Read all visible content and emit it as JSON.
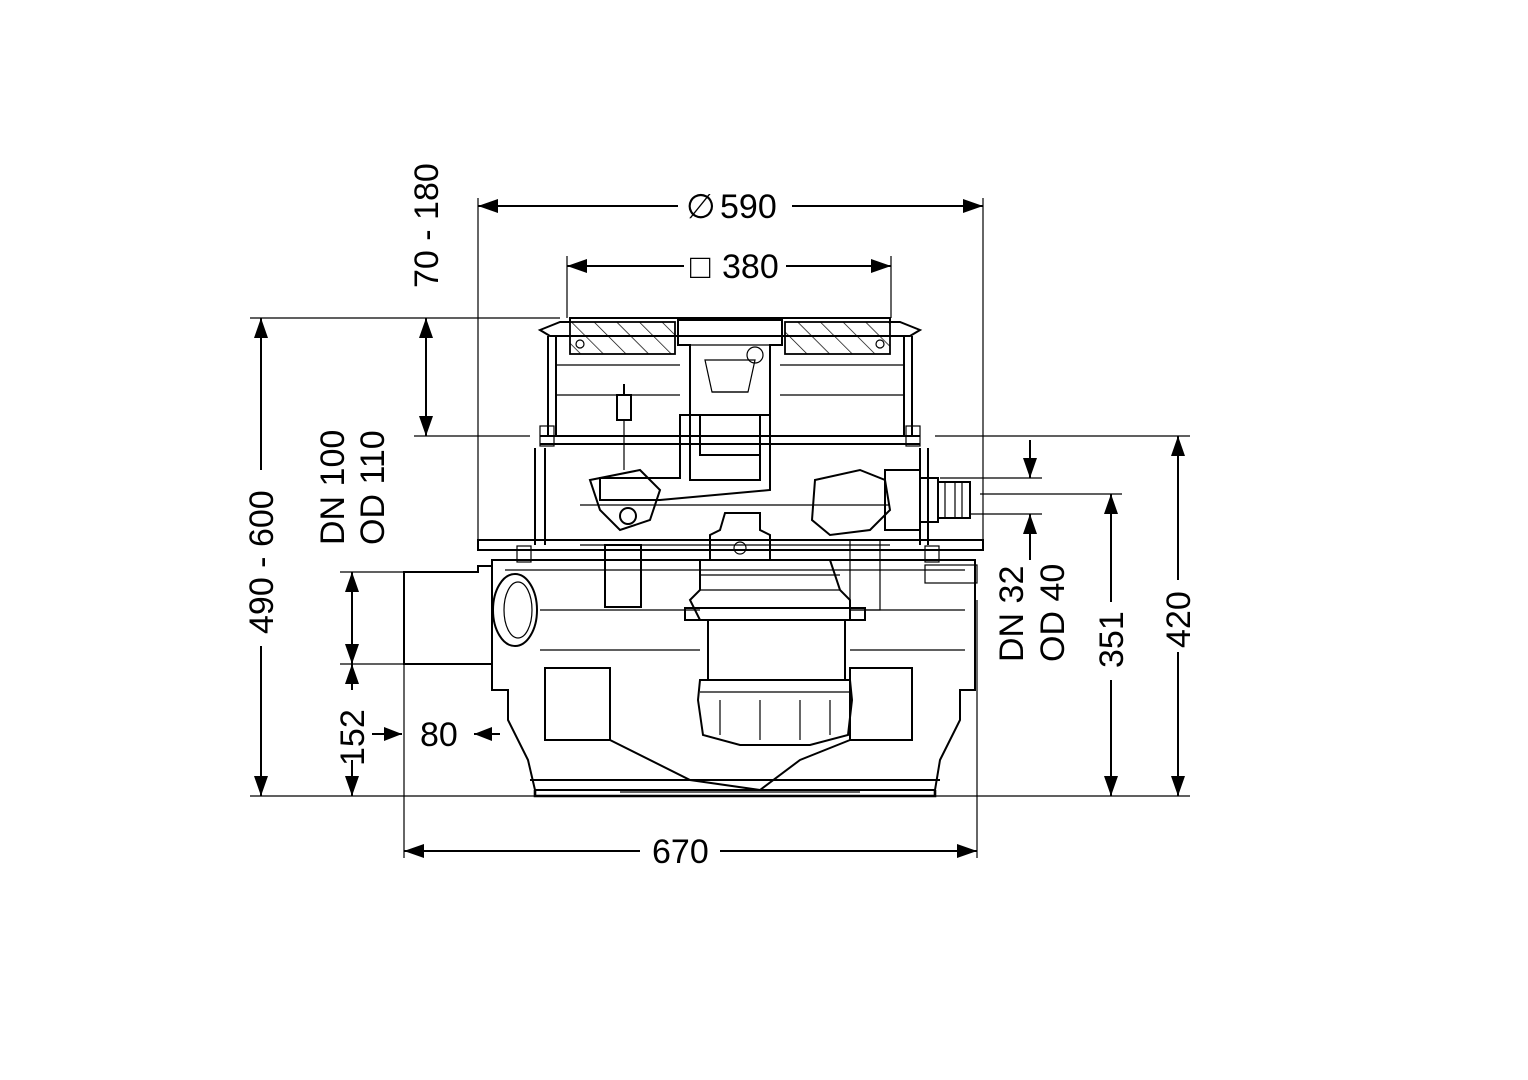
{
  "dimensions": {
    "diameter_symbol": "∅",
    "diameter": "590",
    "square_symbol": "□",
    "square": "380",
    "cover_adjust": "70 - 180",
    "total_height": "490 - 600",
    "inlet_dn": "DN 100",
    "inlet_od": "OD 110",
    "inlet_height": "152",
    "inlet_length": "80",
    "overall_width": "670",
    "outlet_dn": "DN 32",
    "outlet_od": "OD 40",
    "outlet_height": "351",
    "body_height": "420"
  },
  "colors": {
    "line": "#000000",
    "background": "#ffffff"
  }
}
